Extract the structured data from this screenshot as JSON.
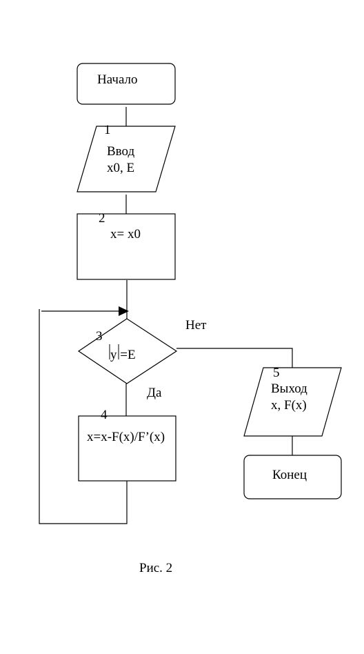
{
  "diagram": {
    "start": {
      "label": "Начало"
    },
    "input": {
      "number": "1",
      "line1": "Ввод",
      "line2": "x0, E"
    },
    "assign": {
      "number": "2",
      "label": "x= x0"
    },
    "decision": {
      "number": "3",
      "label": "y =E"
    },
    "newton": {
      "number": "4",
      "label": "x=x-F(x)/F’(x)"
    },
    "output": {
      "number": "5",
      "line1": "Выход",
      "line2": "x, F(x)"
    },
    "end": {
      "label": "Конец"
    },
    "branch_no": "Нет",
    "branch_yes": "Да"
  },
  "caption": "Рис. 2"
}
